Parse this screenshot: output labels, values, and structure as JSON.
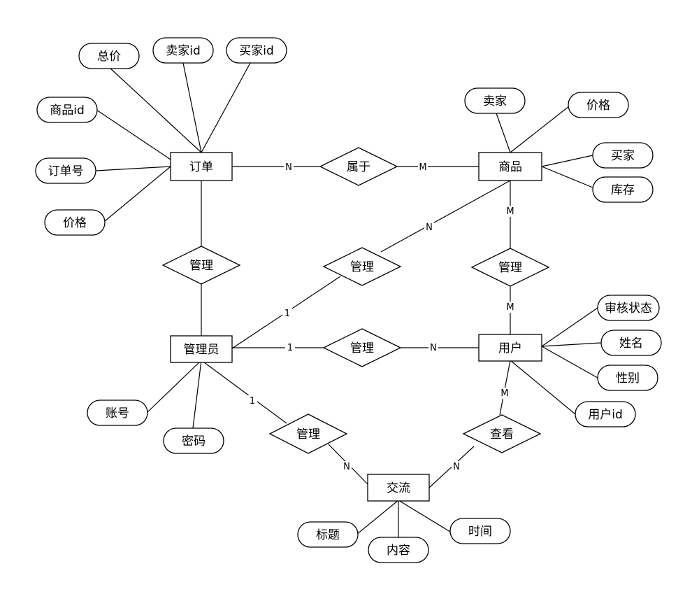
{
  "entities": [
    {
      "id": "order",
      "label": "订单"
    },
    {
      "id": "product",
      "label": "商品"
    },
    {
      "id": "admin",
      "label": "管理员"
    },
    {
      "id": "user",
      "label": "用户"
    },
    {
      "id": "exchange",
      "label": "交流"
    }
  ],
  "relationships": [
    {
      "id": "belongs",
      "label": "属于"
    },
    {
      "id": "manage-order",
      "label": "管理"
    },
    {
      "id": "manage-product-admin",
      "label": "管理"
    },
    {
      "id": "manage-product-user",
      "label": "管理"
    },
    {
      "id": "manage-user",
      "label": "管理"
    },
    {
      "id": "manage-exchange",
      "label": "管理"
    },
    {
      "id": "view",
      "label": "查看"
    }
  ],
  "attributes": [
    {
      "id": "total-price",
      "label": "总价"
    },
    {
      "id": "seller-id",
      "label": "卖家id"
    },
    {
      "id": "buyer-id",
      "label": "买家id"
    },
    {
      "id": "product-id",
      "label": "商品id"
    },
    {
      "id": "order-no",
      "label": "订单号"
    },
    {
      "id": "order-price",
      "label": "价格"
    },
    {
      "id": "seller",
      "label": "卖家"
    },
    {
      "id": "product-price",
      "label": "价格"
    },
    {
      "id": "buyer",
      "label": "买家"
    },
    {
      "id": "stock",
      "label": "库存"
    },
    {
      "id": "review-status",
      "label": "审核状态"
    },
    {
      "id": "name",
      "label": "姓名"
    },
    {
      "id": "gender",
      "label": "性别"
    },
    {
      "id": "user-id",
      "label": "用户id"
    },
    {
      "id": "account",
      "label": "账号"
    },
    {
      "id": "password",
      "label": "密码"
    },
    {
      "id": "title",
      "label": "标题"
    },
    {
      "id": "content",
      "label": "内容"
    },
    {
      "id": "time",
      "label": "时间"
    }
  ],
  "cardinalities": [
    {
      "id": "order-belongs",
      "label": "N"
    },
    {
      "id": "belongs-product",
      "label": "M"
    },
    {
      "id": "product-manage-admin",
      "label": "N"
    },
    {
      "id": "product-manage-user",
      "label": "M"
    },
    {
      "id": "manage-user-user",
      "label": "M"
    },
    {
      "id": "admin-manage-product",
      "label": "1"
    },
    {
      "id": "admin-manage-user",
      "label": "1"
    },
    {
      "id": "manage-user-to-user",
      "label": "N"
    },
    {
      "id": "admin-manage-exchange",
      "label": "1"
    },
    {
      "id": "user-view",
      "label": "M"
    },
    {
      "id": "manage-exchange-exchange",
      "label": "N"
    },
    {
      "id": "view-exchange",
      "label": "N"
    }
  ]
}
